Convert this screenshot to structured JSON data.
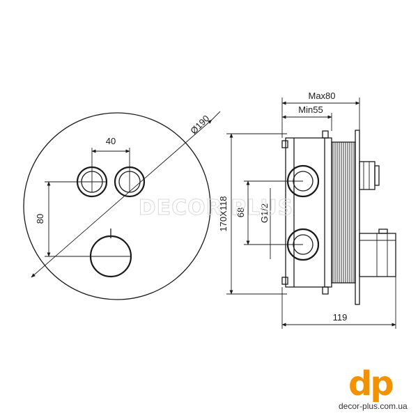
{
  "dimensions": {
    "diameter": "Ø190",
    "handle_spacing": "40",
    "vertical_spacing": "80",
    "max_depth": "Max80",
    "min_depth": "Min55",
    "body_size": "170X118",
    "port_spacing": "68",
    "thread": "G1/2",
    "total_depth": "119"
  },
  "watermark": "DECOR PLUS",
  "logo": {
    "mark": "dp",
    "url": "decor-plus.com.ua",
    "color": "#f39200"
  }
}
